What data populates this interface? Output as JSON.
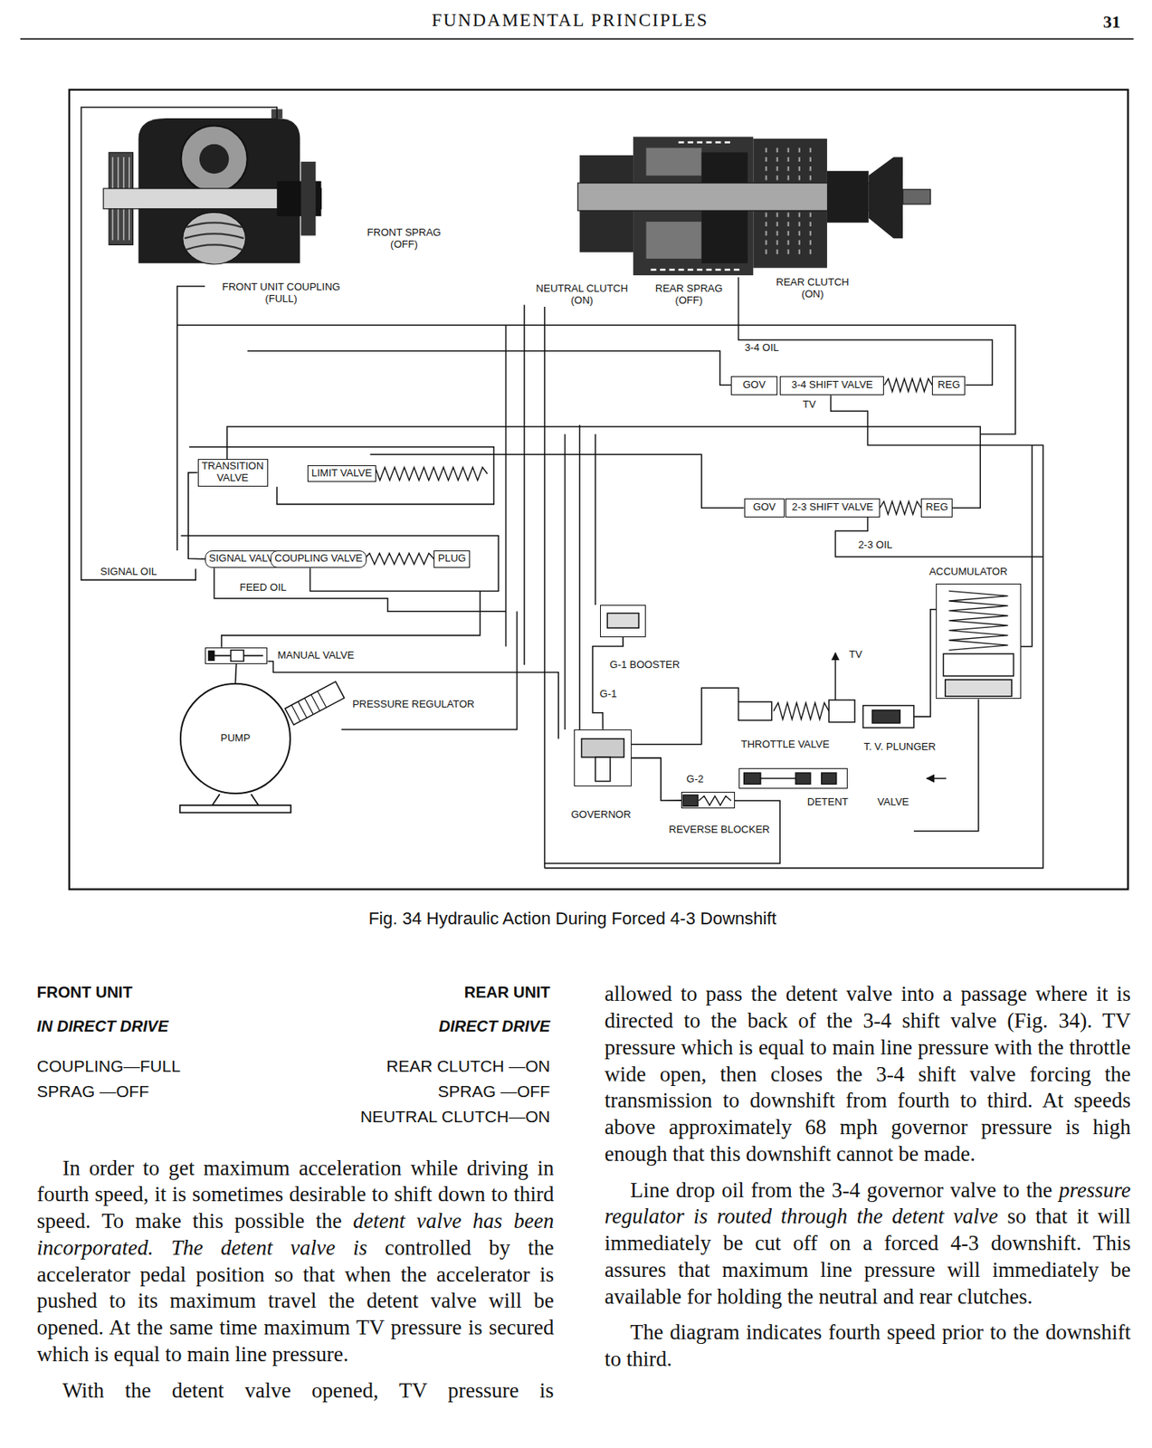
{
  "diagram": {
    "title": "FUNDAMENTAL PRINCIPLES",
    "caption": "Fig. 34 Hydraulic Action During Forced 4-3 Downshift",
    "nodes": [
      {
        "text": [
          "TRANSITION VALVE"
        ]
      },
      {
        "text": [
          "LIMIT VALVE"
        ]
      },
      {
        "text": [
          "SIGNAL VALVE"
        ]
      },
      {
        "text": [
          "COUPLING VALVE"
        ]
      },
      {
        "text": [
          "PLUG"
        ]
      },
      {
        "text": [
          "GOV"
        ]
      },
      {
        "text": [
          "3-4 SHIFT VALVE"
        ]
      },
      {
        "text": [
          "REG"
        ]
      },
      {
        "text": [
          "GOV"
        ]
      },
      {
        "text": [
          "2-3 SHIFT VALVE"
        ]
      },
      {
        "text": [
          "REG"
        ]
      },
      {
        "text": [
          "ACCUMULATOR"
        ]
      },
      {
        "text": [
          "MANUAL VALVE"
        ]
      },
      {
        "text": [
          "PRESSURE REGULATOR"
        ]
      },
      {
        "text": [
          "PUMP"
        ]
      },
      {
        "text": [
          "G-1 BOOSTER"
        ]
      },
      {
        "text": [
          "GOVERNOR"
        ]
      },
      {
        "text": [
          "REVERSE BLOCKER"
        ]
      },
      {
        "text": [
          "THROTTLE VALVE"
        ]
      },
      {
        "text": [
          "T. V. PLUNGER"
        ]
      },
      {
        "text": [
          "DETENT",
          "VALVE"
        ]
      }
    ],
    "edges": [
      {
        "from": 12,
        "to": 14,
        "arrow": "none"
      },
      {
        "from": 16,
        "to": 17,
        "label": "G-2",
        "arrow": "none"
      },
      {
        "from": 16,
        "to": 15,
        "label": "G-1",
        "arrow": "none"
      },
      {
        "from": 0,
        "to": 2,
        "arrow": "none"
      }
    ],
    "labels": [
      "31",
      "FRONT SPRAG (OFF)",
      "FRONT UNIT COUPLING (FULL)",
      "NEUTRAL CLUTCH (ON)",
      "REAR SPRAG (OFF)",
      "REAR CLUTCH (ON)",
      "3-4 OIL",
      "TV",
      "2-3 OIL",
      "SIGNAL OIL",
      "FEED OIL",
      "TV",
      "FRONT UNIT",
      "REAR UNIT",
      "IN DIRECT DRIVE",
      "DIRECT DRIVE",
      "COUPLING—FULL",
      "SPRAG —OFF",
      "REAR CLUTCH —ON",
      "SPRAG —OFF",
      "NEUTRAL CLUTCH—ON",
      "In order to get maximum acceleration while driving in fourth speed, it is sometimes desirable to shift down to third speed. To make this possible the",
      "detent valve has been incorporated. The detent valve is",
      "controlled by the accelerator pedal position so that when the accelerator is pushed to its maximum travel the detent valve will be opened. At the same time maximum TV pressure is secured which is equal to main line pressure.",
      "With the detent valve opened, TV pressure is",
      "allowed to pass the detent valve into a passage where it is directed to the back of the 3-4 shift valve (Fig. 34). TV pressure which is equal to main line pressure with the throttle wide open, then closes the 3-4 shift valve forcing the transmission to downshift from fourth to third. At speeds above approximately 68 mph governor pressure is high enough that this downshift cannot be made.",
      "Line drop oil from the 3-4 governor valve to the",
      "pressure regulator is routed through the detent valve",
      "so that it will immediately be cut off on a forced 4-3 downshift. This assures that maximum line pressure will immediately be available for holding the neutral and rear clutches.",
      "The diagram indicates fourth speed prior to the downshift to third."
    ]
  }
}
